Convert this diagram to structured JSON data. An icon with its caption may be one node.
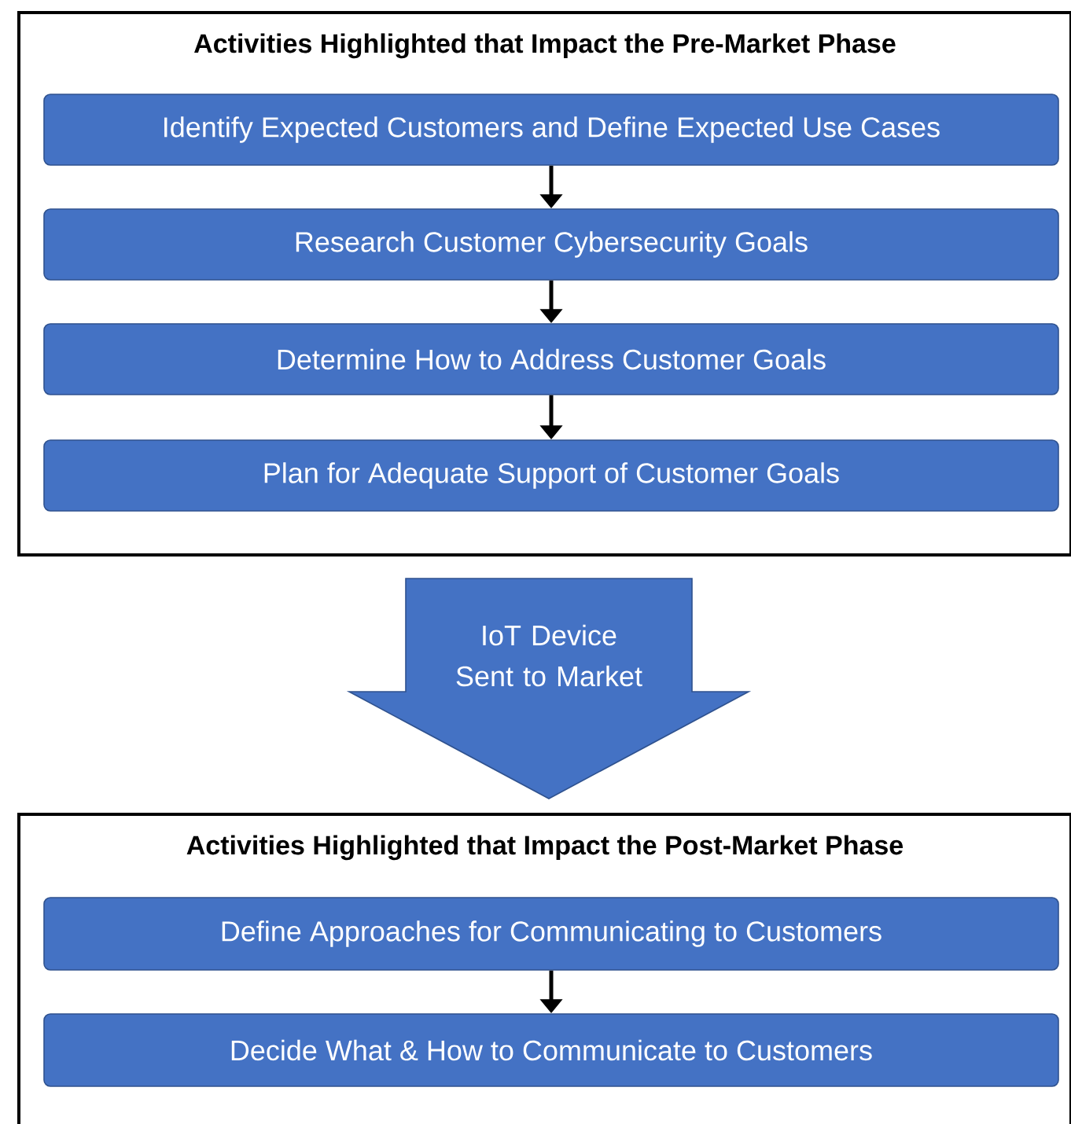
{
  "diagram": {
    "nodes": [
      {
        "text": [
          "Activities Highlighted that Impact the Pre-Market Phase"
        ]
      },
      {
        "text": [
          "Identify Expected Customers and Define Expected Use Cases"
        ],
        "in": 0
      },
      {
        "text": [
          "Research Customer Cybersecurity Goals"
        ],
        "in": 0
      },
      {
        "text": [
          "Determine How to Address Customer Goals"
        ],
        "in": 0
      },
      {
        "text": [
          "Plan for Adequate Support of Customer Goals"
        ],
        "in": 0
      },
      {
        "text": [
          "IoT Device Sent to Market"
        ]
      },
      {
        "text": [
          "Activities Highlighted that Impact the Post-Market Phase"
        ]
      },
      {
        "text": [
          "Define Approaches for Communicating to Customers"
        ],
        "in": 6
      },
      {
        "text": [
          "Decide What & How to Communicate to Customers"
        ],
        "in": 6
      }
    ],
    "edges": [
      {
        "from": 1,
        "to": 2,
        "arrow": "to"
      },
      {
        "from": 2,
        "to": 3,
        "arrow": "to"
      },
      {
        "from": 3,
        "to": 4,
        "arrow": "to"
      },
      {
        "from": 7,
        "to": 8,
        "arrow": "to"
      }
    ]
  }
}
